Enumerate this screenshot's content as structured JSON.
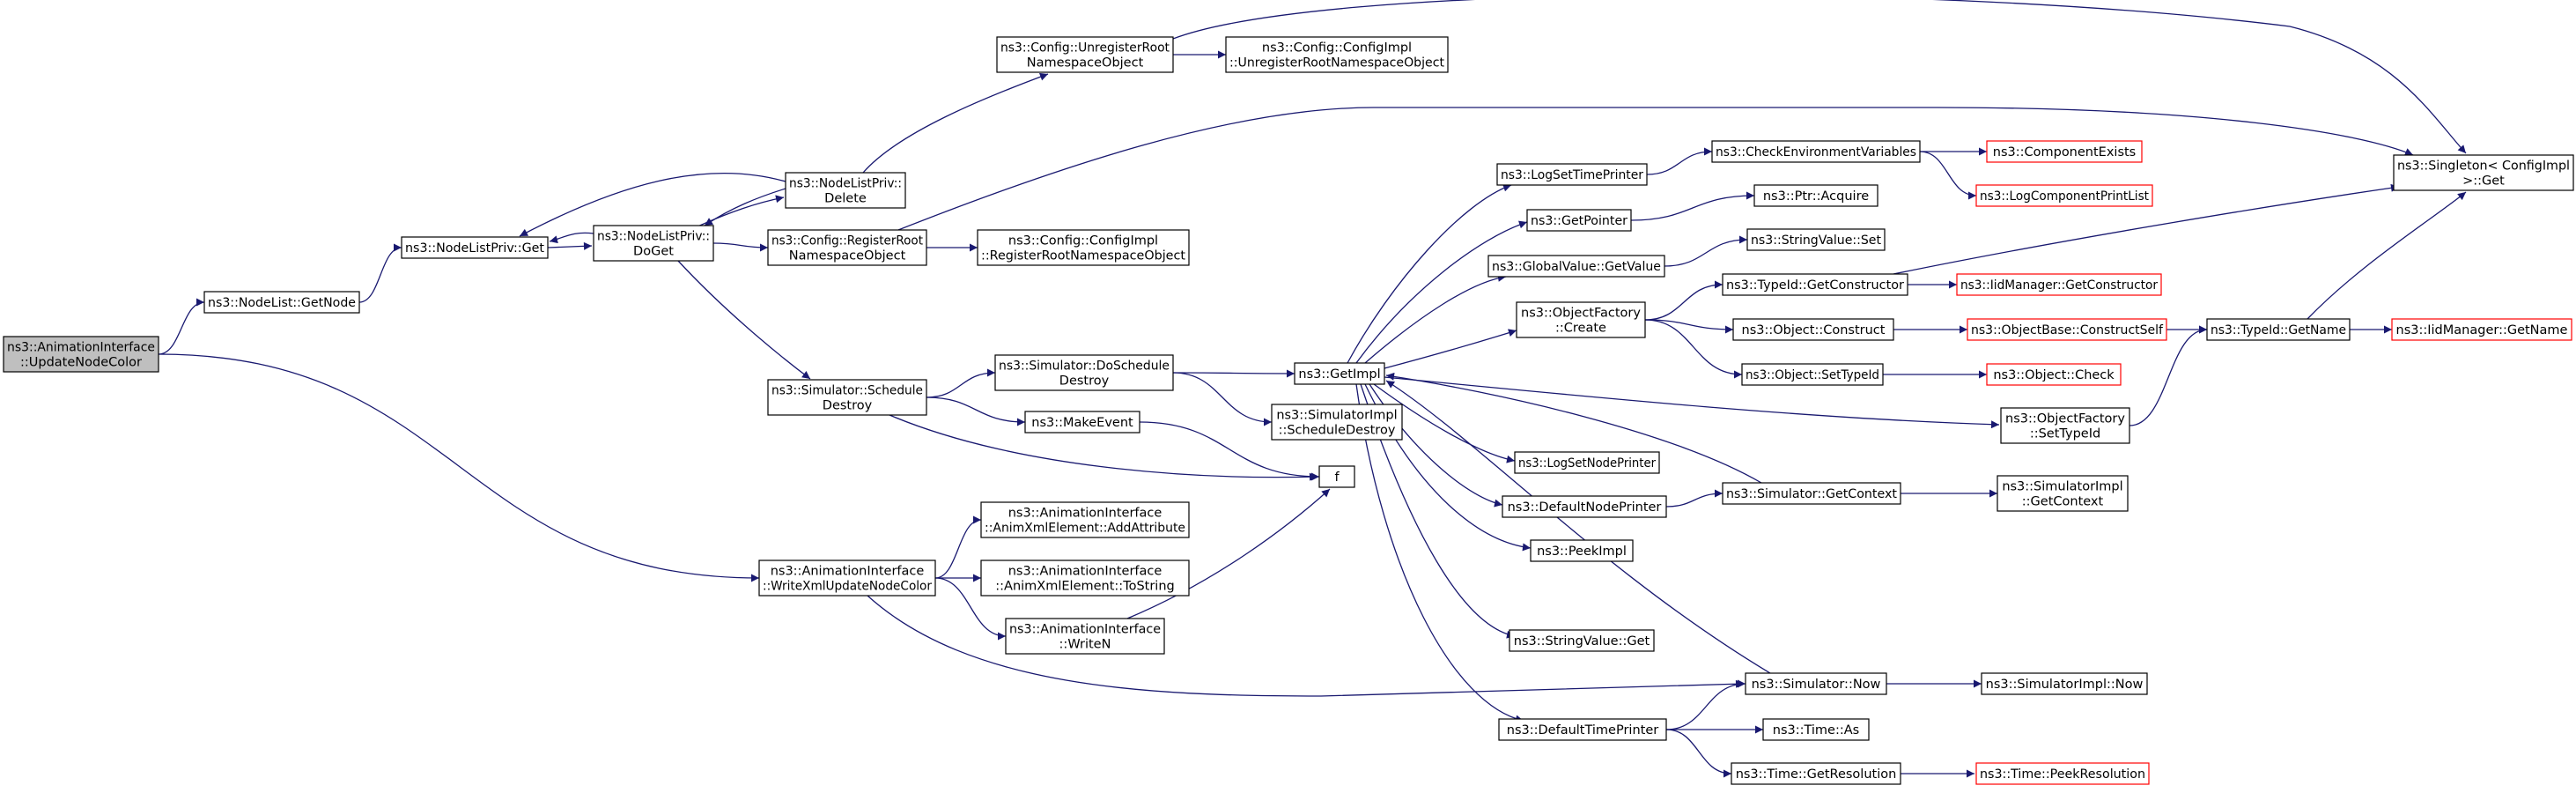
{
  "graph": {
    "colors": {
      "edge": "#191970",
      "node_border": "#000000",
      "missing_border": "#ff0000",
      "root_fill": "#bfbfbf"
    },
    "nodes": [
      {
        "id": "root",
        "lines": [
          "ns3::AnimationInterface",
          "::UpdateNodeColor"
        ],
        "variant": "root"
      },
      {
        "id": "nodelist_getnode",
        "lines": [
          "ns3::NodeList::GetNode"
        ]
      },
      {
        "id": "nlp_get",
        "lines": [
          "ns3::NodeListPriv::Get"
        ]
      },
      {
        "id": "nlp_doget",
        "lines": [
          "ns3::NodeListPriv::",
          "DoGet"
        ]
      },
      {
        "id": "nlp_delete",
        "lines": [
          "ns3::NodeListPriv::",
          "Delete"
        ]
      },
      {
        "id": "cfg_unreg",
        "lines": [
          "ns3::Config::UnregisterRoot",
          "NamespaceObject"
        ]
      },
      {
        "id": "cfgimpl_unreg",
        "lines": [
          "ns3::Config::ConfigImpl",
          "::UnregisterRootNamespaceObject"
        ]
      },
      {
        "id": "cfg_reg",
        "lines": [
          "ns3::Config::RegisterRoot",
          "NamespaceObject"
        ]
      },
      {
        "id": "cfgimpl_reg",
        "lines": [
          "ns3::Config::ConfigImpl",
          "::RegisterRootNamespaceObject"
        ]
      },
      {
        "id": "sim_sched_destroy",
        "lines": [
          "ns3::Simulator::Schedule",
          "Destroy"
        ]
      },
      {
        "id": "sim_dosched_destroy",
        "lines": [
          "ns3::Simulator::DoSchedule",
          "Destroy"
        ]
      },
      {
        "id": "simimpl_sched_destroy",
        "lines": [
          "ns3::SimulatorImpl",
          "::ScheduleDestroy"
        ]
      },
      {
        "id": "makeevent",
        "lines": [
          "ns3::MakeEvent"
        ]
      },
      {
        "id": "f",
        "lines": [
          "f"
        ]
      },
      {
        "id": "getimpl",
        "lines": [
          "ns3::GetImpl"
        ]
      },
      {
        "id": "logsettimeprinter",
        "lines": [
          "ns3::LogSetTimePrinter"
        ]
      },
      {
        "id": "checkenv",
        "lines": [
          "ns3::CheckEnvironmentVariables"
        ]
      },
      {
        "id": "componentexists",
        "lines": [
          "ns3::ComponentExists"
        ],
        "variant": "missing"
      },
      {
        "id": "logcomponentprintlist",
        "lines": [
          "ns3::LogComponentPrintList"
        ],
        "variant": "missing"
      },
      {
        "id": "singleton_get",
        "lines": [
          "ns3::Singleton< ConfigImpl",
          ">::Get"
        ]
      },
      {
        "id": "getpointer",
        "lines": [
          "ns3::GetPointer"
        ]
      },
      {
        "id": "ptr_acquire",
        "lines": [
          "ns3::Ptr::Acquire"
        ]
      },
      {
        "id": "globalvalue_getvalue",
        "lines": [
          "ns3::GlobalValue::GetValue"
        ]
      },
      {
        "id": "stringvalue_set",
        "lines": [
          "ns3::StringValue::Set"
        ]
      },
      {
        "id": "objectfactory_create",
        "lines": [
          "ns3::ObjectFactory",
          "::Create"
        ]
      },
      {
        "id": "typeid_getconstructor",
        "lines": [
          "ns3::TypeId::GetConstructor"
        ]
      },
      {
        "id": "iidmanager_getconstructor",
        "lines": [
          "ns3::IidManager::GetConstructor"
        ],
        "variant": "missing"
      },
      {
        "id": "object_construct",
        "lines": [
          "ns3::Object::Construct"
        ]
      },
      {
        "id": "objectbase_constructself",
        "lines": [
          "ns3::ObjectBase::ConstructSelf"
        ],
        "variant": "missing"
      },
      {
        "id": "typeid_getname",
        "lines": [
          "ns3::TypeId::GetName"
        ]
      },
      {
        "id": "iidmanager_getname",
        "lines": [
          "ns3::IidManager::GetName"
        ],
        "variant": "missing"
      },
      {
        "id": "object_settypeid",
        "lines": [
          "ns3::Object::SetTypeId"
        ]
      },
      {
        "id": "object_check",
        "lines": [
          "ns3::Object::Check"
        ],
        "variant": "missing"
      },
      {
        "id": "objectfactory_settypeid",
        "lines": [
          "ns3::ObjectFactory",
          "::SetTypeId"
        ]
      },
      {
        "id": "logsetnodeprinter",
        "lines": [
          "ns3::LogSetNodePrinter"
        ]
      },
      {
        "id": "defaultnodeprinter",
        "lines": [
          "ns3::DefaultNodePrinter"
        ]
      },
      {
        "id": "sim_getcontext",
        "lines": [
          "ns3::Simulator::GetContext"
        ]
      },
      {
        "id": "simimpl_getcontext",
        "lines": [
          "ns3::SimulatorImpl",
          "::GetContext"
        ]
      },
      {
        "id": "peekimpl",
        "lines": [
          "ns3::PeekImpl"
        ]
      },
      {
        "id": "stringvalue_get",
        "lines": [
          "ns3::StringValue::Get"
        ]
      },
      {
        "id": "sim_now",
        "lines": [
          "ns3::Simulator::Now"
        ]
      },
      {
        "id": "simimpl_now",
        "lines": [
          "ns3::SimulatorImpl::Now"
        ]
      },
      {
        "id": "defaulttimeprinter",
        "lines": [
          "ns3::DefaultTimePrinter"
        ]
      },
      {
        "id": "time_as",
        "lines": [
          "ns3::Time::As"
        ]
      },
      {
        "id": "time_getresolution",
        "lines": [
          "ns3::Time::GetResolution"
        ]
      },
      {
        "id": "time_peekresolution",
        "lines": [
          "ns3::Time::PeekResolution"
        ],
        "variant": "missing"
      },
      {
        "id": "ai_writexml",
        "lines": [
          "ns3::AnimationInterface",
          "::WriteXmlUpdateNodeColor"
        ]
      },
      {
        "id": "ai_addattr",
        "lines": [
          "ns3::AnimationInterface",
          "::AnimXmlElement::AddAttribute"
        ]
      },
      {
        "id": "ai_tostring",
        "lines": [
          "ns3::AnimationInterface",
          "::AnimXmlElement::ToString"
        ]
      },
      {
        "id": "ai_writen",
        "lines": [
          "ns3::AnimationInterface",
          "::WriteN"
        ]
      }
    ],
    "edges": [
      [
        "root",
        "nodelist_getnode"
      ],
      [
        "root",
        "ai_writexml"
      ],
      [
        "nodelist_getnode",
        "nlp_get"
      ],
      [
        "nlp_get",
        "nlp_doget"
      ],
      [
        "nlp_doget",
        "nlp_get"
      ],
      [
        "nlp_doget",
        "nlp_delete"
      ],
      [
        "nlp_delete",
        "nlp_doget"
      ],
      [
        "nlp_delete",
        "nlp_get"
      ],
      [
        "nlp_delete",
        "cfg_unreg"
      ],
      [
        "nlp_doget",
        "cfg_reg"
      ],
      [
        "nlp_doget",
        "sim_sched_destroy"
      ],
      [
        "cfg_unreg",
        "cfgimpl_unreg"
      ],
      [
        "cfg_unreg",
        "singleton_get"
      ],
      [
        "cfg_reg",
        "cfgimpl_reg"
      ],
      [
        "cfg_reg",
        "singleton_get"
      ],
      [
        "sim_sched_destroy",
        "sim_dosched_destroy"
      ],
      [
        "sim_sched_destroy",
        "makeevent"
      ],
      [
        "sim_sched_destroy",
        "f"
      ],
      [
        "sim_dosched_destroy",
        "getimpl"
      ],
      [
        "sim_dosched_destroy",
        "simimpl_sched_destroy"
      ],
      [
        "makeevent",
        "f"
      ],
      [
        "ai_writen",
        "f"
      ],
      [
        "getimpl",
        "logsettimeprinter"
      ],
      [
        "getimpl",
        "getpointer"
      ],
      [
        "getimpl",
        "globalvalue_getvalue"
      ],
      [
        "getimpl",
        "objectfactory_create"
      ],
      [
        "getimpl",
        "objectfactory_settypeid"
      ],
      [
        "getimpl",
        "logsetnodeprinter"
      ],
      [
        "getimpl",
        "defaultnodeprinter"
      ],
      [
        "getimpl",
        "peekimpl"
      ],
      [
        "getimpl",
        "stringvalue_get"
      ],
      [
        "getimpl",
        "defaulttimeprinter"
      ],
      [
        "logsettimeprinter",
        "checkenv"
      ],
      [
        "checkenv",
        "componentexists"
      ],
      [
        "checkenv",
        "logcomponentprintlist"
      ],
      [
        "getpointer",
        "ptr_acquire"
      ],
      [
        "globalvalue_getvalue",
        "stringvalue_set"
      ],
      [
        "objectfactory_create",
        "typeid_getconstructor"
      ],
      [
        "objectfactory_create",
        "object_construct"
      ],
      [
        "objectfactory_create",
        "object_settypeid"
      ],
      [
        "typeid_getconstructor",
        "iidmanager_getconstructor"
      ],
      [
        "typeid_getconstructor",
        "singleton_get"
      ],
      [
        "object_construct",
        "objectbase_constructself"
      ],
      [
        "objectbase_constructself",
        "typeid_getname"
      ],
      [
        "typeid_getname",
        "iidmanager_getname"
      ],
      [
        "typeid_getname",
        "singleton_get"
      ],
      [
        "object_settypeid",
        "object_check"
      ],
      [
        "objectfactory_settypeid",
        "typeid_getname"
      ],
      [
        "defaultnodeprinter",
        "sim_getcontext"
      ],
      [
        "sim_getcontext",
        "simimpl_getcontext"
      ],
      [
        "sim_getcontext",
        "getimpl"
      ],
      [
        "sim_now",
        "simimpl_now"
      ],
      [
        "sim_now",
        "getimpl"
      ],
      [
        "defaulttimeprinter",
        "sim_now"
      ],
      [
        "defaulttimeprinter",
        "time_as"
      ],
      [
        "defaulttimeprinter",
        "time_getresolution"
      ],
      [
        "time_getresolution",
        "time_peekresolution"
      ],
      [
        "ai_writexml",
        "ai_addattr"
      ],
      [
        "ai_writexml",
        "ai_tostring"
      ],
      [
        "ai_writexml",
        "ai_writen"
      ],
      [
        "ai_writexml",
        "sim_now"
      ]
    ]
  }
}
